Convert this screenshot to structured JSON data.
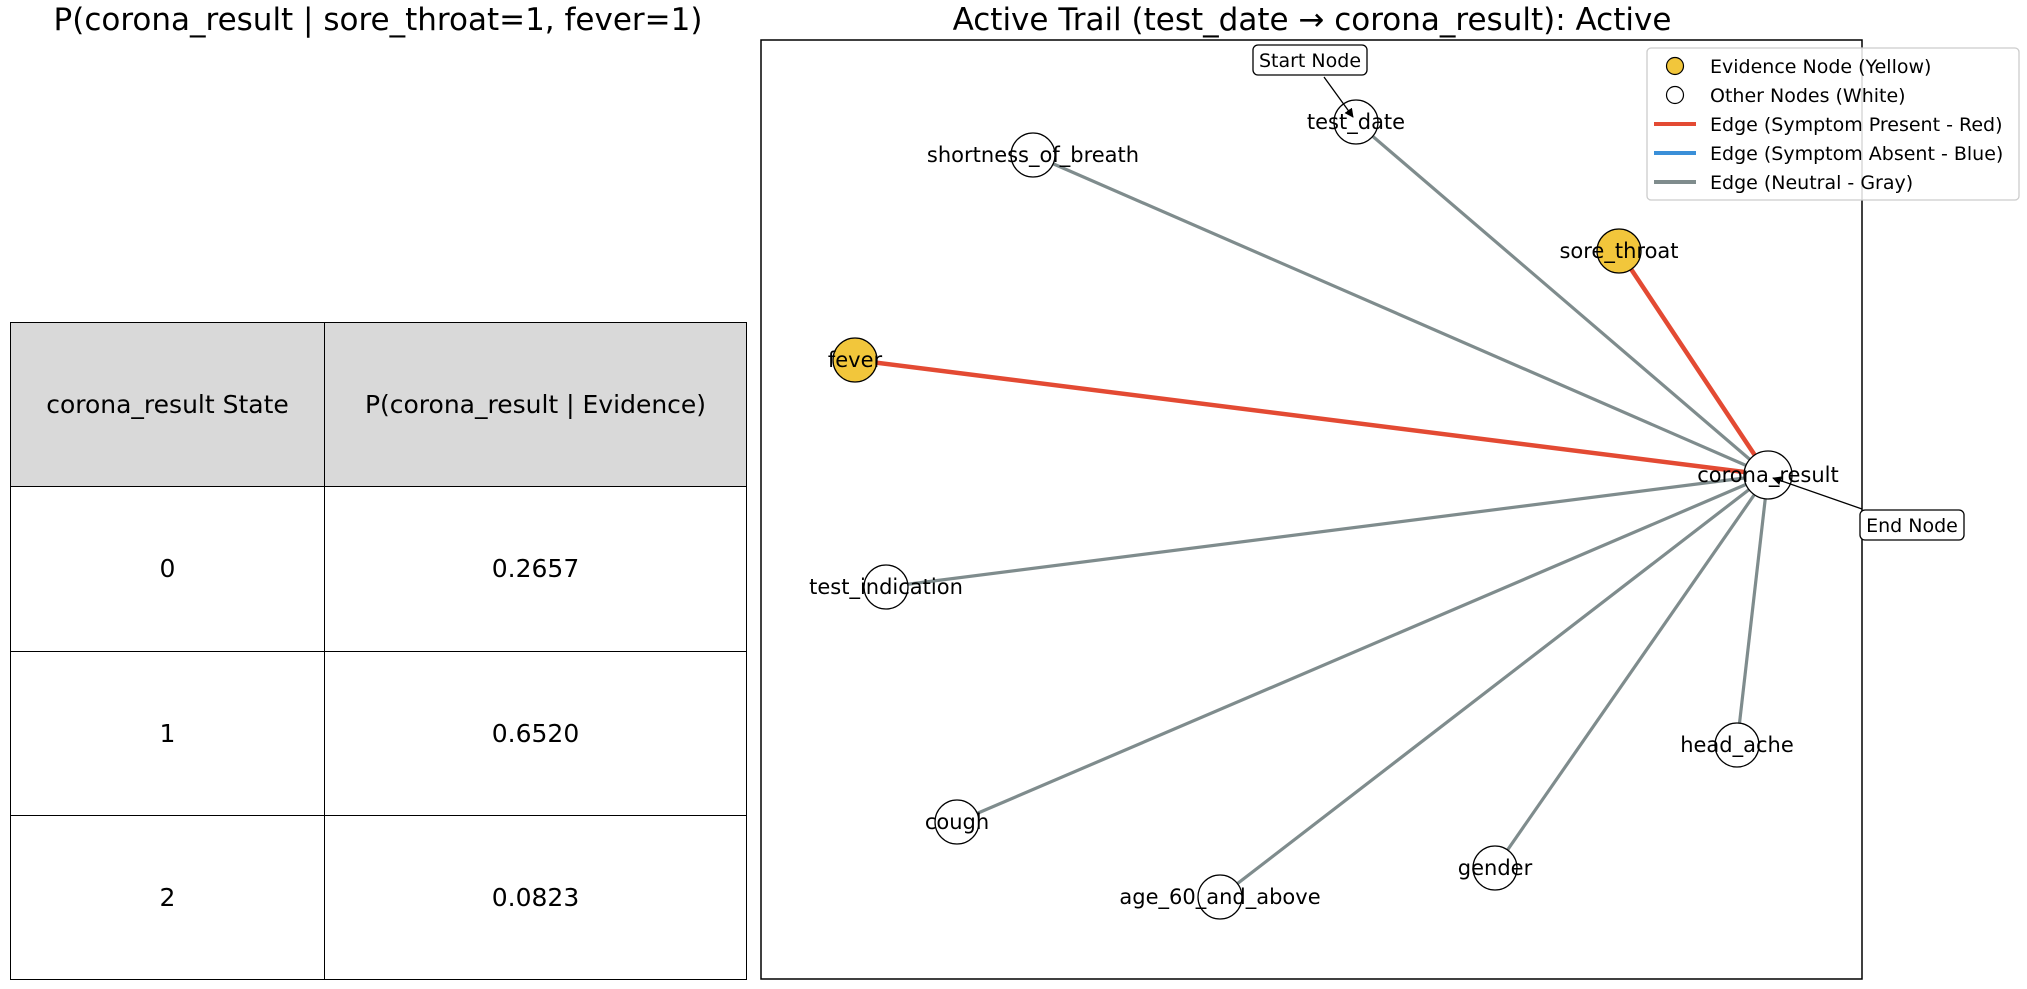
{
  "left_title": "P(corona_result | sore_throat=1, fever=1)",
  "right_title": "Active Trail (test_date → corona_result): Active",
  "table": {
    "headers": [
      "corona_result State",
      "P(corona_result | Evidence)"
    ],
    "rows": [
      [
        "0",
        "0.2657"
      ],
      [
        "1",
        "0.6520"
      ],
      [
        "2",
        "0.0823"
      ]
    ]
  },
  "colors": {
    "evidence": "#f2c63b",
    "other": "#ffffff",
    "edge_present": "#e34a33",
    "edge_absent": "#3a8fd8",
    "edge_neutral": "#7f8c8d"
  },
  "graph": {
    "nodes": [
      {
        "id": "test_date",
        "label": "test_date",
        "type": "other"
      },
      {
        "id": "shortness_of_breath",
        "label": "shortness_of_breath",
        "type": "other"
      },
      {
        "id": "sore_throat",
        "label": "sore_throat",
        "type": "evidence"
      },
      {
        "id": "fever",
        "label": "fever",
        "type": "evidence"
      },
      {
        "id": "corona_result",
        "label": "corona_result",
        "type": "other"
      },
      {
        "id": "test_indication",
        "label": "test_indication",
        "type": "other"
      },
      {
        "id": "head_ache",
        "label": "head_ache",
        "type": "other"
      },
      {
        "id": "cough",
        "label": "cough",
        "type": "other"
      },
      {
        "id": "gender",
        "label": "gender",
        "type": "other"
      },
      {
        "id": "age_60_and_above",
        "label": "age_60_and_above",
        "type": "other"
      }
    ],
    "edges": [
      {
        "from": "test_date",
        "to": "corona_result",
        "kind": "neutral"
      },
      {
        "from": "shortness_of_breath",
        "to": "corona_result",
        "kind": "neutral"
      },
      {
        "from": "sore_throat",
        "to": "corona_result",
        "kind": "present"
      },
      {
        "from": "fever",
        "to": "corona_result",
        "kind": "present"
      },
      {
        "from": "test_indication",
        "to": "corona_result",
        "kind": "neutral"
      },
      {
        "from": "cough",
        "to": "corona_result",
        "kind": "neutral"
      },
      {
        "from": "age_60_and_above",
        "to": "corona_result",
        "kind": "neutral"
      },
      {
        "from": "gender",
        "to": "corona_result",
        "kind": "neutral"
      },
      {
        "from": "head_ache",
        "to": "corona_result",
        "kind": "neutral"
      }
    ],
    "annotations": {
      "start": "Start Node",
      "end": "End Node"
    }
  },
  "legend": [
    {
      "label": "Evidence Node (Yellow)",
      "kind": "evidence"
    },
    {
      "label": "Other Nodes (White)",
      "kind": "other"
    },
    {
      "label": "Edge (Symptom Present - Red)",
      "kind": "present"
    },
    {
      "label": "Edge (Symptom Absent - Blue)",
      "kind": "absent"
    },
    {
      "label": "Edge (Neutral - Gray)",
      "kind": "neutral"
    }
  ]
}
